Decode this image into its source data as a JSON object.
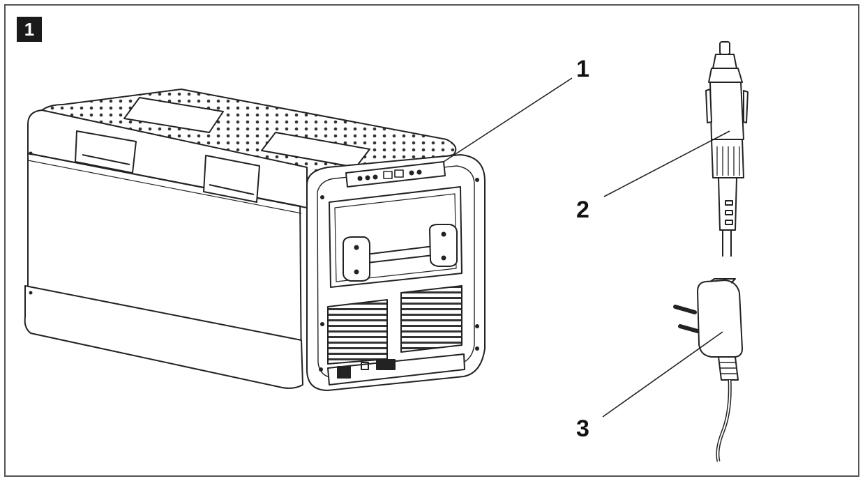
{
  "figure": {
    "number": "1"
  },
  "callouts": [
    {
      "label": "1"
    },
    {
      "label": "2"
    },
    {
      "label": "3"
    }
  ]
}
